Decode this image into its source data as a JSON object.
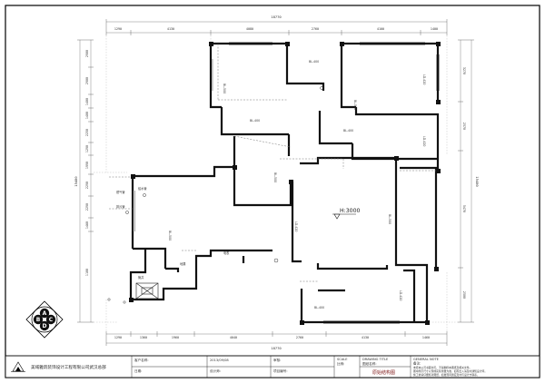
{
  "drawing": {
    "height_mark": "H:3000",
    "top_total": "18770",
    "bottom_total": "18770",
    "left_total": "15480",
    "right_total": "15480",
    "top_dims": [
      "1290",
      "4130",
      "4080",
      "2760",
      "4100",
      "1400"
    ],
    "bottom_dims": [
      "1290",
      "1360",
      "1960",
      "4040",
      "2760",
      "4130",
      "1460"
    ],
    "left_dims": [
      "2900",
      "2900",
      "1400",
      "1400",
      "2250",
      "1290",
      "1990",
      "2290",
      "2290",
      "1460",
      "1100"
    ],
    "right_dims": [
      "3270",
      "2570",
      "5470",
      "2500"
    ],
    "labels": {
      "beam_a": "BL-400",
      "beam_b": "BL-400",
      "beam_c": "BL-400",
      "beam_d": "BL-400",
      "room_span_a": "BL-500",
      "room_span_b": "BL-500",
      "room_span_c": "BL-500",
      "room_span_d": "BL-500",
      "room_span_e": "BL-500",
      "gas_pipe": "燃气管",
      "water_pipe": "给水管",
      "drain_pipe": "排污管",
      "meter": "电表",
      "floor_drain": "地漏",
      "lift": "管井",
      "window_a": "LD-420",
      "window_b": "LD-420",
      "window_c": "LD-420",
      "window_d": "LD-420"
    }
  },
  "compass": {
    "letters": [
      "A",
      "B",
      "C",
      "D"
    ]
  },
  "title_block": {
    "company": "美域雅筑装饰设计工程有限公司武汉总部",
    "client_label": "客户名称:",
    "date_label": "日期:",
    "date_value": "2013/09/08",
    "designer_label": "设计师:",
    "number_label": "项目编号:",
    "reviewer_label": "审核:",
    "scale_label": "SCALE",
    "scale_cn": "比例:",
    "drawing_title_label": "DRAWING TITLE",
    "drawing_title_cn": "图纸名称:",
    "drawing_name": "原始结构图",
    "note_label": "GENERAL NOTE",
    "note_cn": "备注:",
    "note_lines": [
      "未经本公司书面许可，不得翻印本图纸及相关文件。",
      "图中所示尺寸以现场实际测量为准，如有出入请及时通知设计师。",
      "施工前请仔细核对图纸，如发现问题应及时与设计方联系。"
    ]
  }
}
